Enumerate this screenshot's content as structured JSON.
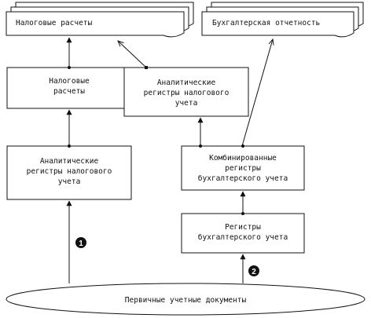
{
  "nodes": {
    "tax_reports_top": {
      "label": [
        "Налоговые расчеты"
      ]
    },
    "accounting_reports_top": {
      "label": [
        "Бухгалтерская отчетность"
      ]
    },
    "tax_calc": {
      "label": [
        "Налоговые",
        "расчеты"
      ]
    },
    "tax_analytic_registers_right": {
      "label": [
        "Аналитические",
        "регистры налогового",
        "учета"
      ]
    },
    "tax_analytic_registers_left": {
      "label": [
        "Аналитические",
        "регистры налогового",
        "учета"
      ]
    },
    "combined_registers": {
      "label": [
        "Комбинированные",
        "регистры",
        "бухгалтерского учета"
      ]
    },
    "accounting_registers": {
      "label": [
        "Регистры",
        "бухгалтерского учета"
      ]
    },
    "primary_documents": {
      "label": [
        "Первичные учетные документы"
      ]
    }
  },
  "markers": {
    "left_flow": "1",
    "right_flow": "2"
  }
}
